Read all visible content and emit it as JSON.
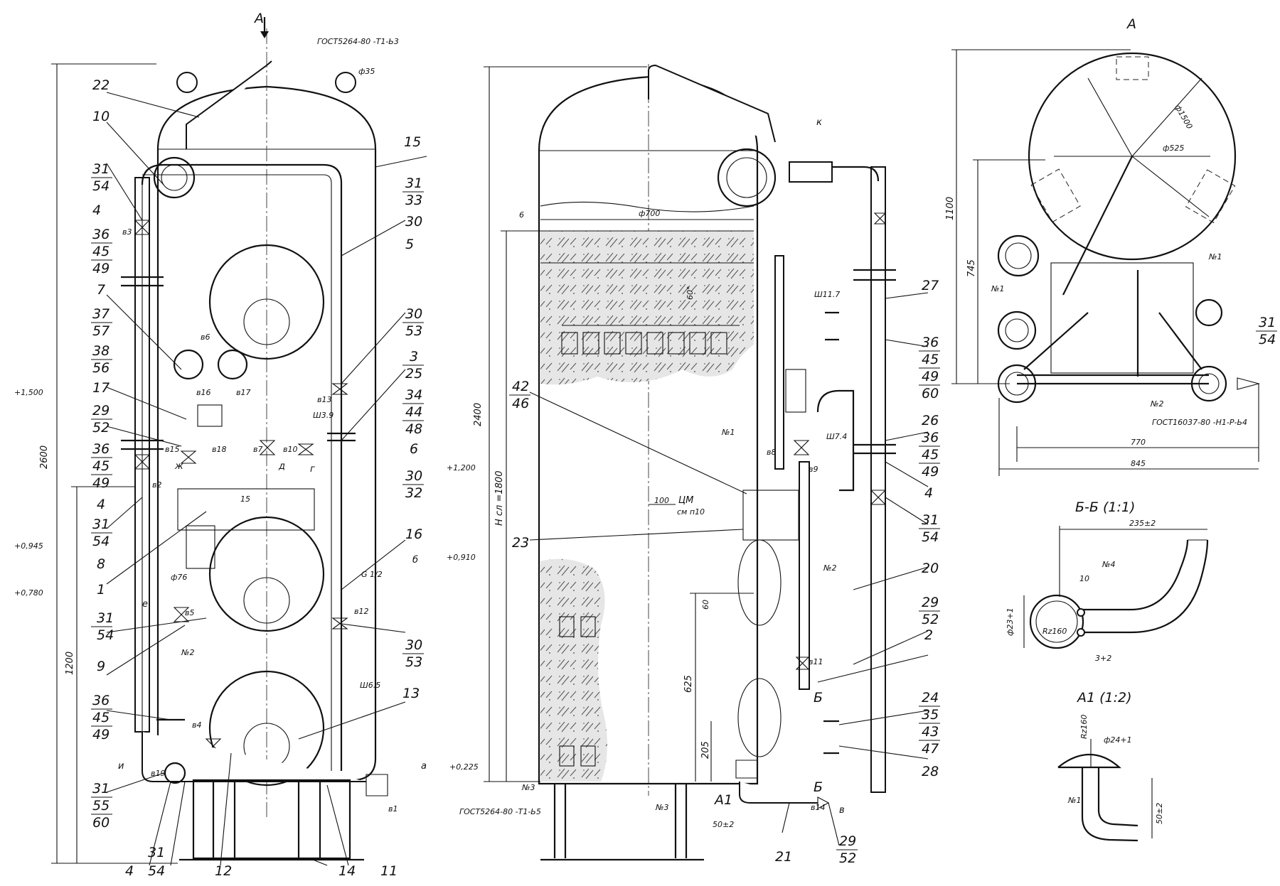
{
  "drawing": {
    "view_a_top_label": "A",
    "view_a_right_label": "A",
    "section_bb_title": "Б-Б (1:1)",
    "section_a1_title": "A1 (1:2)",
    "gost_labels": [
      "ГОСТ5264-80 -Т1-Ь3",
      "ГОСТ5264-80 -Т1-Ь5",
      "ГОСТ16037-80 -Н1-Р-Ь4"
    ],
    "weld_marks": [
      "№1",
      "№2",
      "№3",
      "№4"
    ],
    "level_marks": [
      "+1,500",
      "+1,200",
      "+0,945",
      "+0,910",
      "+0,780",
      "+0,225"
    ],
    "dimensions": [
      "2600",
      "2400",
      "1200",
      "1100",
      "745",
      "625",
      "205",
      "100",
      "60",
      "15",
      "6",
      "10",
      "Н сл =1800",
      "ф700",
      "ф1500",
      "ф525",
      "ф35",
      "ф76",
      "ф23+1",
      "ф24+1",
      "770",
      "845",
      "235±2",
      "50±2",
      "3+2",
      "Rz160",
      "G 1/2",
      "ЦМ",
      "см п10",
      "Ш3.9",
      "Ш6.5",
      "Ш7.4",
      "Ш11.7",
      "60°"
    ],
    "valve_tags": [
      "в1",
      "в2",
      "в3",
      "в4",
      "в5",
      "в6",
      "в7",
      "в8",
      "в9",
      "в10",
      "в11",
      "в12",
      "в13",
      "в14",
      "в15",
      "в16",
      "в17",
      "в18",
      "в19"
    ],
    "section_letters": [
      "а",
      "б",
      "в",
      "г",
      "д",
      "е",
      "ж",
      "и",
      "к",
      "Б",
      "A1"
    ],
    "positions_left": [
      "22",
      "10",
      "31",
      "54",
      "4",
      "36",
      "45",
      "49",
      "7",
      "37",
      "57",
      "38",
      "56",
      "17",
      "29",
      "52",
      "36",
      "45",
      "49",
      "4",
      "31",
      "54",
      "8",
      "1",
      "31",
      "54",
      "9",
      "36",
      "45",
      "49",
      "31",
      "55",
      "60",
      "4",
      "31",
      "54",
      "12",
      "14",
      "11"
    ],
    "positions_right_of_left_view": [
      "15",
      "31",
      "33",
      "30",
      "5",
      "30",
      "53",
      "3",
      "25",
      "34",
      "44",
      "48",
      "6",
      "30",
      "32",
      "16",
      "30",
      "53",
      "13"
    ],
    "positions_middle": [
      "42",
      "46",
      "23",
      "21",
      "29",
      "52",
      "27",
      "36",
      "45",
      "49",
      "60",
      "26",
      "36",
      "45",
      "49",
      "4",
      "31",
      "54",
      "20",
      "29",
      "52",
      "2",
      "24",
      "35",
      "43",
      "47",
      "28"
    ],
    "positions_view_a": [
      "31",
      "54"
    ]
  }
}
